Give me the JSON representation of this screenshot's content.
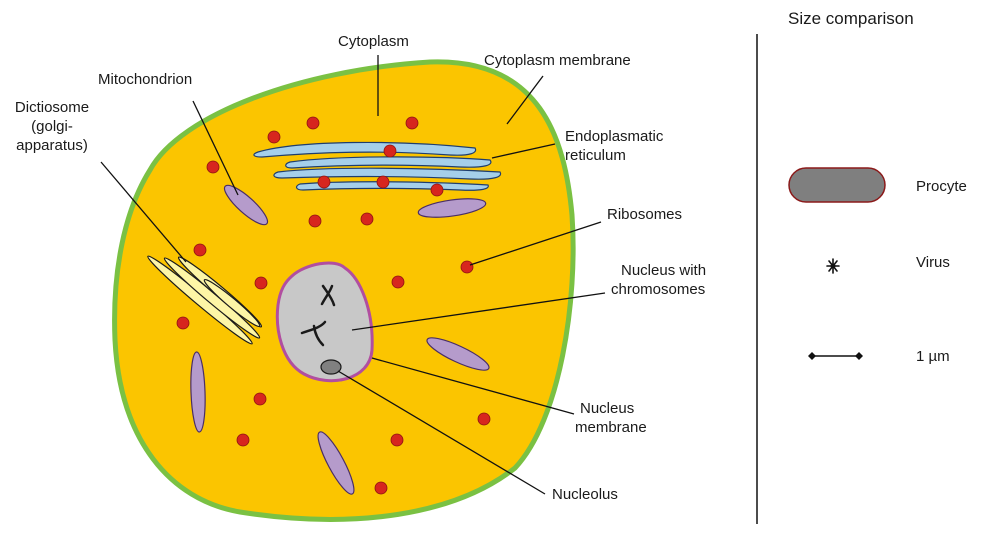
{
  "diagram": {
    "labels": {
      "cytoplasm": "Cytoplasm",
      "cytoplasm_membrane": "Cytoplasm membrane",
      "mitochondrion": "Mitochondrion",
      "dictiosome": [
        "Dictiosome",
        "(golgi-",
        "apparatus)"
      ],
      "endoplasmatic_reticulum": [
        "Endoplasmatic",
        "reticulum"
      ],
      "ribosomes": "Ribosomes",
      "nucleus_with_chromosomes": [
        "Nucleus with",
        "chromosomes"
      ],
      "nucleus_membrane": [
        "Nucleus",
        "membrane"
      ],
      "nucleolus": "Nucleolus"
    }
  },
  "size_comparison": {
    "title": "Size comparison",
    "items": [
      {
        "label": "Procyte"
      },
      {
        "label": "Virus"
      },
      {
        "label": "1 µm"
      }
    ]
  },
  "colors": {
    "cell_fill": "#FBC500",
    "cell_membrane": "#7AC143",
    "ribosome": "#D7261E",
    "mitochondrion": "#B59BCB",
    "er": "#A5CFEA",
    "golgi": "#FDF6A6",
    "nucleus_fill": "#C8C8C8",
    "nucleus_membrane": "#B14EA0",
    "procyte_fill": "#7F7F7F",
    "procyte_outline": "#8B1A1A"
  }
}
